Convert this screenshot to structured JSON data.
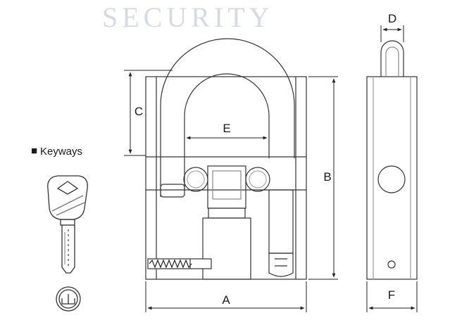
{
  "watermark": "SECURITY",
  "keyways": {
    "bullet": "■",
    "label": "Keyways"
  },
  "dimensions": {
    "a": "A",
    "b": "B",
    "c": "C",
    "d": "D",
    "e": "E",
    "f": "F"
  }
}
